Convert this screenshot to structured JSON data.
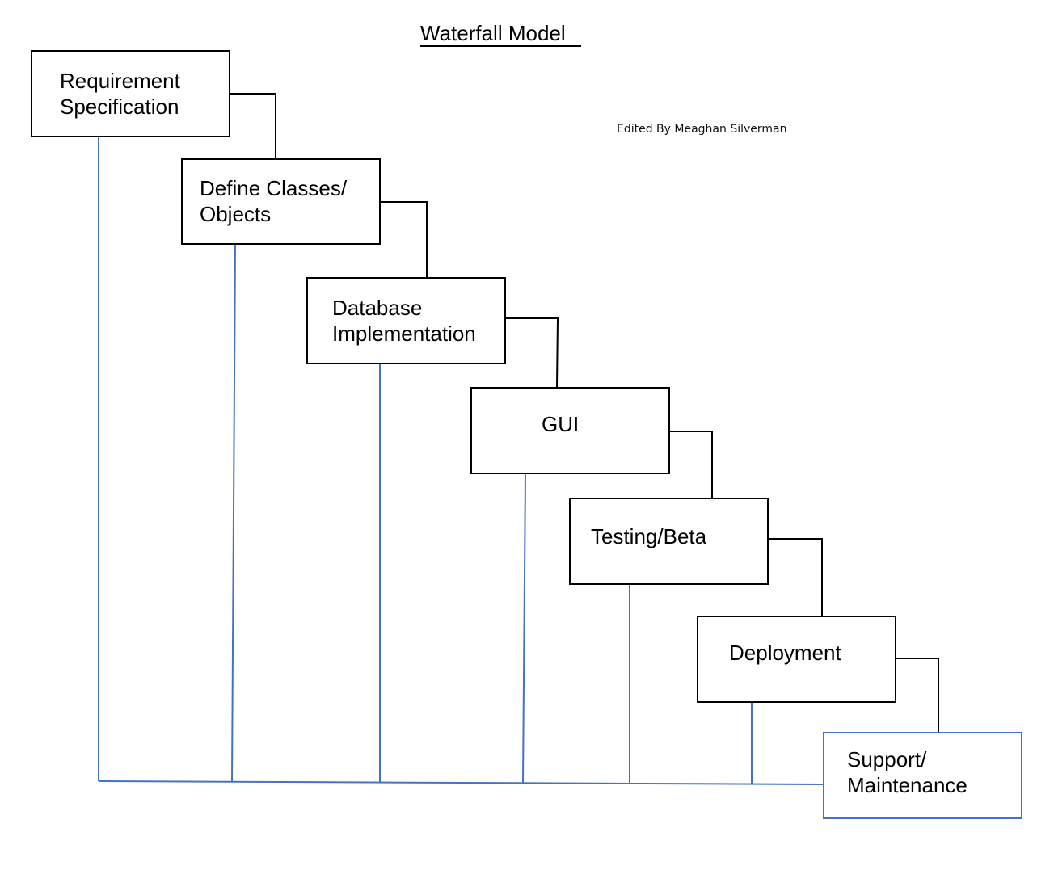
{
  "diagram": {
    "title": "Waterfall Model",
    "credit": "Edited By Meaghan Silverman",
    "stages": [
      {
        "label": "Requirement\nSpecification"
      },
      {
        "label": "Define Classes/\nObjects"
      },
      {
        "label": "Database\nImplementation"
      },
      {
        "label": "GUI"
      },
      {
        "label": "Testing/Beta"
      },
      {
        "label": "Deployment"
      },
      {
        "label": "Support/\nMaintenance"
      }
    ],
    "colors": {
      "box_border": "#000000",
      "cascade_connector": "#000000",
      "feedback_line": "#4472c4",
      "final_box_border": "#4472c4"
    }
  }
}
